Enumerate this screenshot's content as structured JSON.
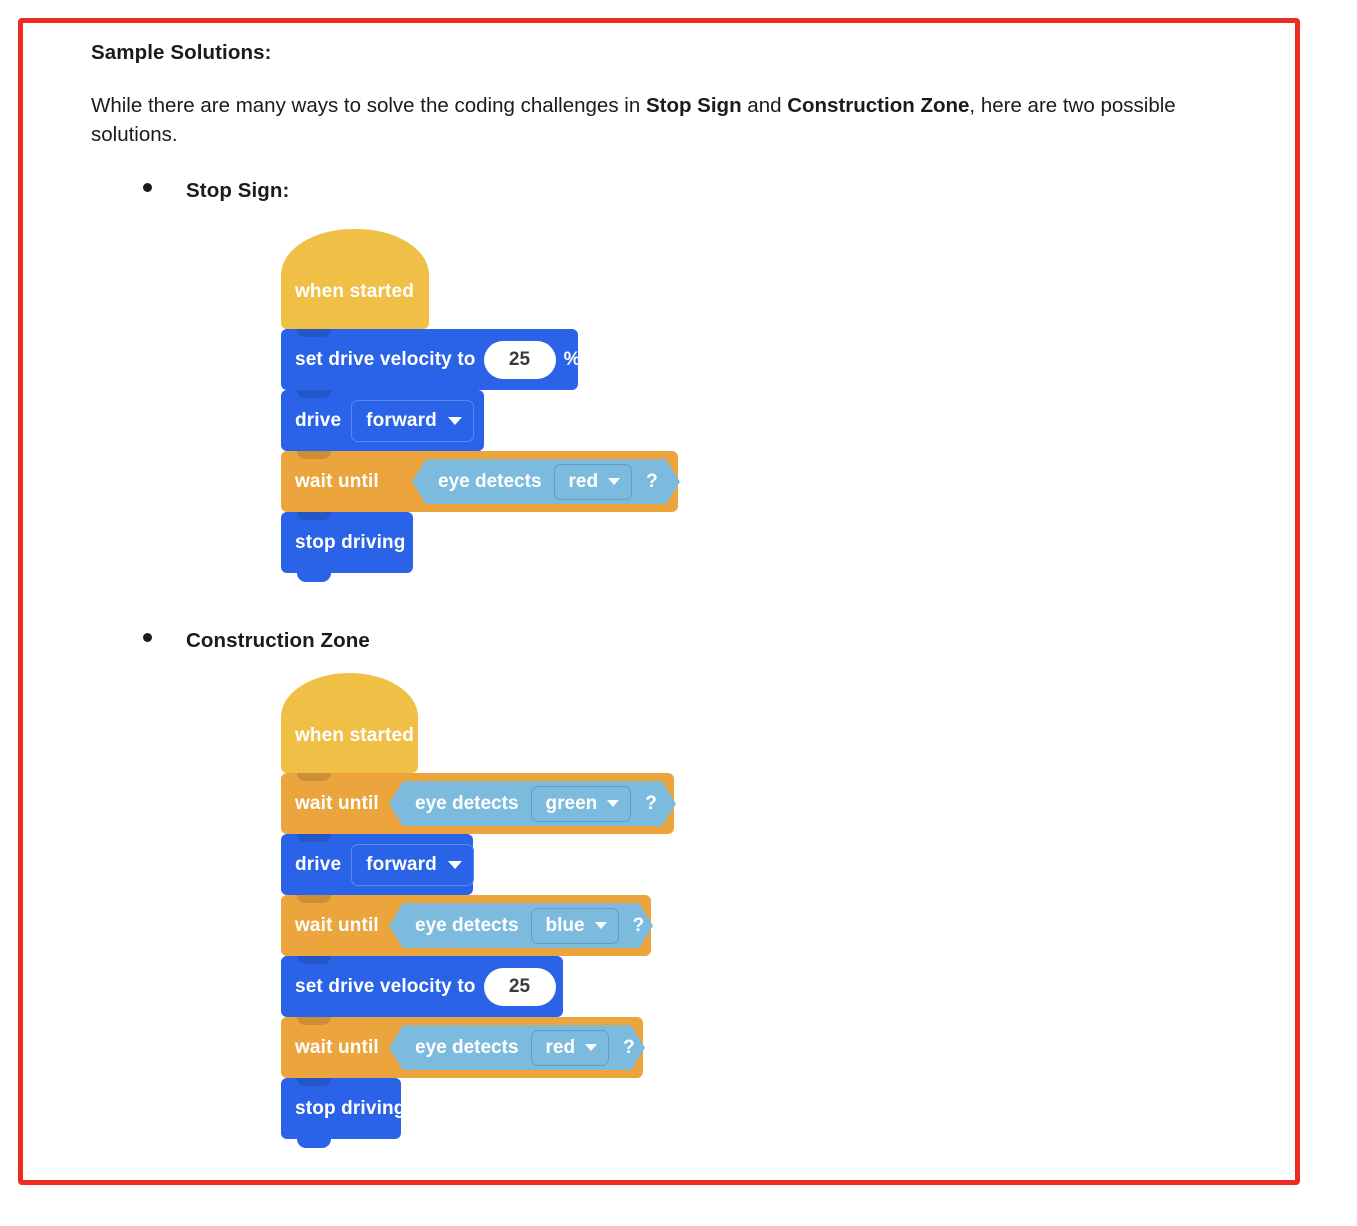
{
  "frame": {
    "border_color": "#ee2b1e"
  },
  "document": {
    "heading": "Sample Solutions:",
    "paragraph": {
      "part1": "While there are many ways to solve the coding challenges in ",
      "bold1": "Stop Sign",
      "part2": " and ",
      "bold2": "Construction Zone",
      "part3": ", here are two possible solutions."
    },
    "bullets": [
      {
        "label": "Stop Sign:"
      },
      {
        "label": "Construction Zone"
      }
    ]
  },
  "palette": {
    "hat_yellow": "#f0bf45",
    "command_blue": "#2a63e8",
    "control_orange": "#eca53d",
    "boolean_lightblue": "#7cbbdd",
    "text_white": "#ffffff",
    "value_text": "#3a3a3a"
  },
  "programs": [
    {
      "name": "Stop Sign",
      "blocks": [
        {
          "kind": "hat",
          "label": "when started"
        },
        {
          "kind": "command",
          "color": "blue",
          "label": "set drive velocity to",
          "value": "25",
          "unit": "%"
        },
        {
          "kind": "command",
          "color": "blue",
          "label": "drive",
          "dropdown": "forward"
        },
        {
          "kind": "control",
          "color": "orange",
          "label": "wait until",
          "condition": {
            "label": "eye detects",
            "dropdown": "red",
            "suffix": "?"
          }
        },
        {
          "kind": "command",
          "color": "blue",
          "label": "stop driving"
        }
      ]
    },
    {
      "name": "Construction Zone",
      "blocks": [
        {
          "kind": "hat",
          "label": "when started"
        },
        {
          "kind": "control",
          "color": "orange",
          "label": "wait until",
          "condition": {
            "label": "eye detects",
            "dropdown": "green",
            "suffix": "?"
          }
        },
        {
          "kind": "command",
          "color": "blue",
          "label": "drive",
          "dropdown": "forward"
        },
        {
          "kind": "control",
          "color": "orange",
          "label": "wait until",
          "condition": {
            "label": "eye detects",
            "dropdown": "blue",
            "suffix": "?"
          }
        },
        {
          "kind": "command",
          "color": "blue",
          "label": "set drive velocity to",
          "value": "25",
          "unit": "%"
        },
        {
          "kind": "control",
          "color": "orange",
          "label": "wait until",
          "condition": {
            "label": "eye detects",
            "dropdown": "red",
            "suffix": "?"
          }
        },
        {
          "kind": "command",
          "color": "blue",
          "label": "stop driving"
        }
      ]
    }
  ]
}
